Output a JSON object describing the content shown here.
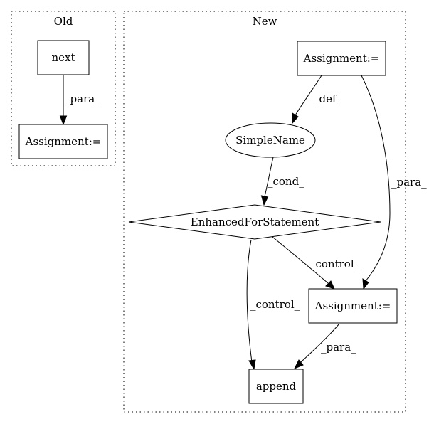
{
  "clusters": {
    "old": {
      "label": "Old"
    },
    "new": {
      "label": "New"
    }
  },
  "nodes": {
    "old_next": {
      "label": "next"
    },
    "old_assignment": {
      "label": "Assignment:="
    },
    "new_assignment_top": {
      "label": "Assignment:="
    },
    "simple_name": {
      "label": "SimpleName"
    },
    "enhanced_for": {
      "label": "EnhancedForStatement"
    },
    "new_assignment_mid": {
      "label": "Assignment:="
    },
    "append": {
      "label": "append"
    }
  },
  "edges": {
    "next_to_assignment": {
      "label": "_para_"
    },
    "assignment_to_simplename": {
      "label": "_def_"
    },
    "assignment_to_assignment": {
      "label": "_para_"
    },
    "simplename_to_for": {
      "label": "_cond_"
    },
    "for_to_assignment": {
      "label": "_control_"
    },
    "for_to_append": {
      "label": "_control_"
    },
    "assignment_to_append": {
      "label": "_para_"
    }
  }
}
